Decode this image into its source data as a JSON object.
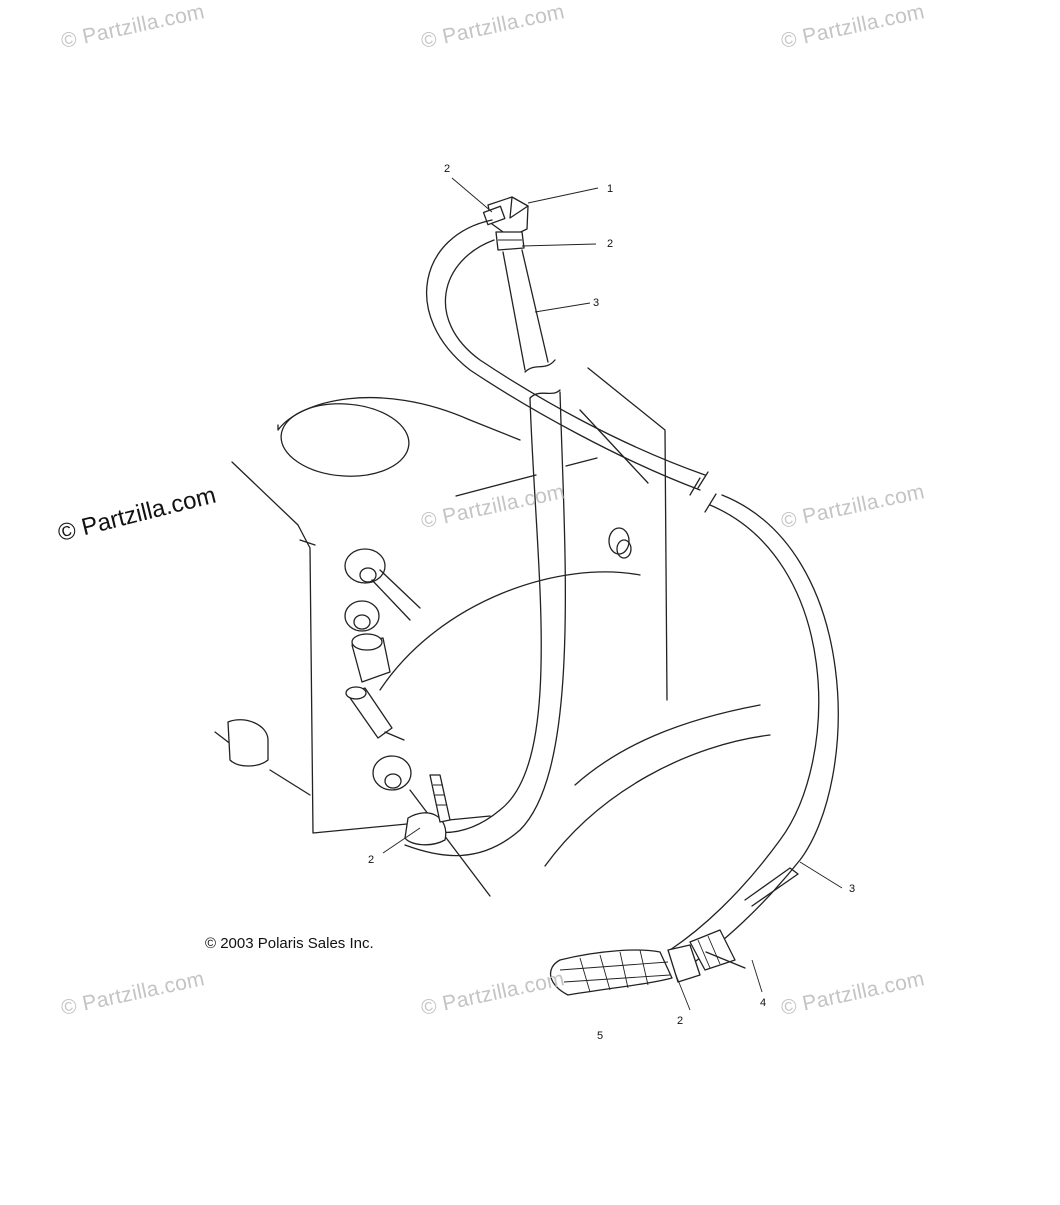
{
  "watermarks": {
    "light": "© Partzilla.com",
    "dark": "© Partzilla.com"
  },
  "callouts": {
    "c1": "1",
    "c2a": "2",
    "c2b": "2",
    "c3a": "3",
    "c2c": "2",
    "c3b": "3",
    "c4": "4",
    "c2d": "2",
    "c5": "5"
  },
  "copyright": "© 2003 Polaris Sales Inc.",
  "colors": {
    "line": "#222222",
    "watermark": "#c4c4c4"
  }
}
